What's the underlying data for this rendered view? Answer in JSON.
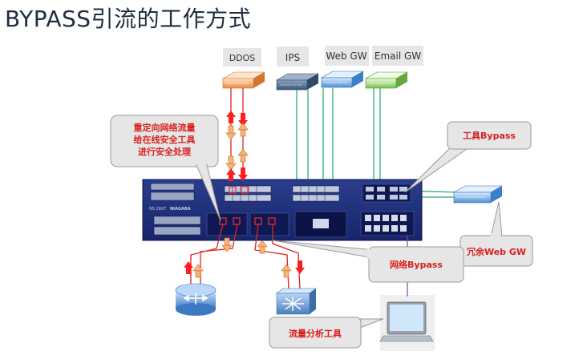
{
  "slide": {
    "title": "BYPASS引流的工作方式"
  },
  "devices": {
    "ddos": "DDOS",
    "ips": "IPS",
    "web_gw": "Web GW",
    "email_gw": "Email GW"
  },
  "callouts": {
    "redirect": [
      "重定向网络流量",
      "给在线安全工具",
      "进行安全处理"
    ],
    "tool_bypass": "工具Bypass",
    "standby_web_gw": "冗余Web GW",
    "network_bypass": "网络Bypass",
    "traffic_analysis": "流量分析工具"
  },
  "colors": {
    "panel": "#1e2f7a",
    "callout_fill": "#e6e6e6",
    "callout_stroke": "#9a9a9a",
    "callout_text": "#d9201f",
    "link_green": "#21a86a",
    "link_red": "#e0231f",
    "arrow_red": "#ff1e1e",
    "arrow_orange": "#f6b37a"
  }
}
